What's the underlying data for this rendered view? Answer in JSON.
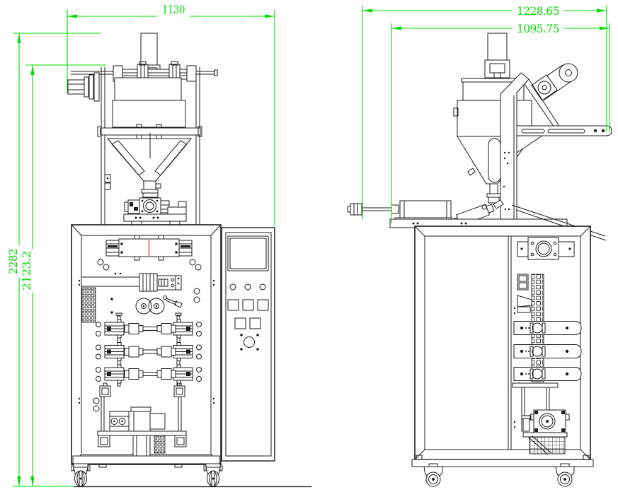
{
  "drawing": {
    "kind": "two-view engineering drawing of a packaging machine",
    "colors": {
      "dimension_green": "#00dd00",
      "line_black": "#1c1c1c",
      "mark_red": "#f08080",
      "background": "#ffffff"
    },
    "views": {
      "front_view": {
        "id": "front"
      },
      "side_view": {
        "id": "side"
      }
    },
    "dimensions": {
      "front_width": {
        "value": "1130"
      },
      "front_total_height": {
        "value": "2282"
      },
      "front_upper_height": {
        "value": "2123.2"
      },
      "side_total_depth": {
        "value": "1228.65"
      },
      "side_upper_depth": {
        "value": "1095.75"
      }
    }
  }
}
